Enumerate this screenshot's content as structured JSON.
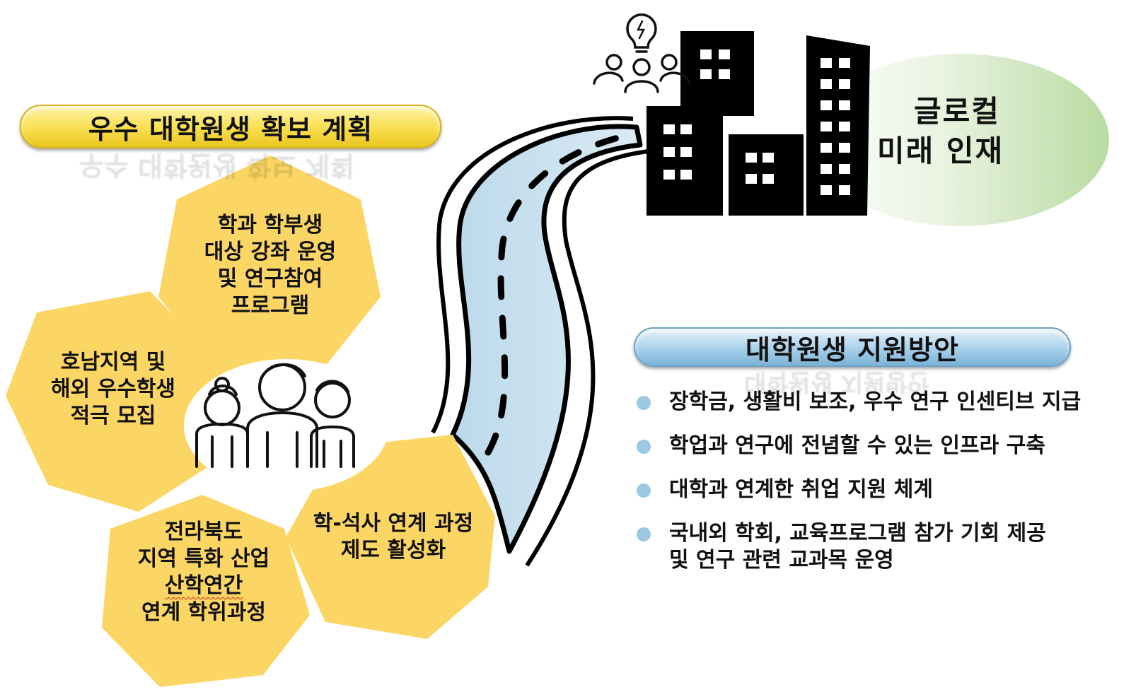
{
  "left_title": "우수 대학원생 확보 계획",
  "right_title": "대학원생 지원방안",
  "goal": {
    "line1": "글로컬",
    "line2": "미래 인재"
  },
  "hexagons": [
    {
      "lines": [
        "학과 학부생",
        "대상 강좌 운영",
        "및 연구참여",
        "프로그램"
      ]
    },
    {
      "lines": [
        "호남지역 및",
        "해외 우수학생",
        "적극 모집"
      ]
    },
    {
      "lines": [
        "전라북도",
        "지역 특화 산업",
        "산학연간",
        "연계 학위과정"
      ]
    },
    {
      "lines": [
        "학-석사 연계 과정",
        "제도 활성화"
      ]
    }
  ],
  "support_items": [
    "장학금, 생활비 보조, 우수 연구 인센티브 지급",
    "학업과 연구에 전념할 수 있는 인프라 구축",
    "대학과 연계한 취업 지원 체계",
    "국내외 학회, 교육프로그램 참가 기회 제공",
    "및 연구 관련 교과목 운영"
  ],
  "colors": {
    "hexagon_fill": "#fcd664",
    "left_pill": "#f9df4f",
    "right_pill": "#a8d0ea",
    "road": "#cfe4ef",
    "goal_ellipse": "#c9e3b8",
    "bullet": "#9dc8e2"
  },
  "icons": [
    "people-group-icon",
    "road-icon",
    "buildings-icon",
    "lightbulb-icon",
    "team-icon",
    "bullet-dot-icon"
  ]
}
